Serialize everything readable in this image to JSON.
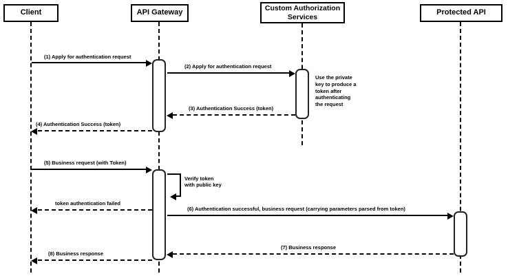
{
  "diagram": {
    "type": "sequence-diagram",
    "colors": {
      "stroke": "#000000",
      "fill": "#ffffff",
      "text": "#000000"
    },
    "participants": [
      {
        "label": "Client"
      },
      {
        "label": "API Gateway"
      },
      {
        "label": "Custom Authorization Services"
      },
      {
        "label": "Protected API"
      }
    ],
    "messages": [
      {
        "label": "(1) Apply for authentication request",
        "style": "solid",
        "from": "Client",
        "to": "API Gateway"
      },
      {
        "label": "(2) Apply for authentication request",
        "style": "solid",
        "from": "API Gateway",
        "to": "Custom Authorization Services"
      },
      {
        "label": "(3) Authentication Success (token)",
        "style": "dashed",
        "from": "Custom Authorization Services",
        "to": "API Gateway"
      },
      {
        "label": "(4) Authentication Success (token)",
        "style": "dashed",
        "from": "API Gateway",
        "to": "Client"
      },
      {
        "label": "(5) Business request (with Token)",
        "style": "solid",
        "from": "Client",
        "to": "API Gateway"
      },
      {
        "label": "Verify token\nwith public key",
        "style": "self",
        "from": "API Gateway",
        "to": "API Gateway"
      },
      {
        "label": "token authentication failed",
        "style": "dashed",
        "from": "API Gateway",
        "to": "Client"
      },
      {
        "label": "(6) Authentication successful, business request (carrying parameters parsed from token)",
        "style": "solid",
        "from": "API Gateway",
        "to": "Protected API"
      },
      {
        "label": "(7) Business response",
        "style": "dashed",
        "from": "Protected API",
        "to": "API Gateway"
      },
      {
        "label": "(8) Business response",
        "style": "dashed",
        "from": "API Gateway",
        "to": "Client"
      }
    ],
    "note": {
      "text": "Use the private\nkey to produce a\ntoken after\nauthenticating\nthe request",
      "attached_to": "Custom Authorization Services"
    }
  }
}
